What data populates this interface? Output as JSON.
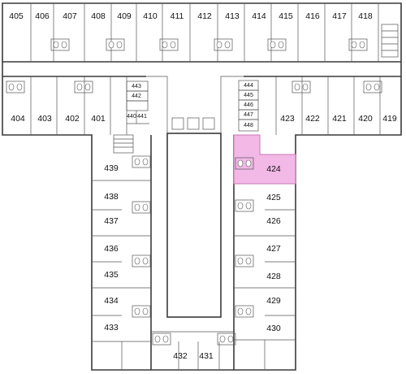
{
  "floor_plan": {
    "highlight_color": "#f2b8e6",
    "highlight_stroke": "#c77ab8",
    "highlighted_room": "424",
    "rooms": [
      {
        "id": "405",
        "label": "405"
      },
      {
        "id": "406",
        "label": "406"
      },
      {
        "id": "407",
        "label": "407"
      },
      {
        "id": "408",
        "label": "408"
      },
      {
        "id": "409",
        "label": "409"
      },
      {
        "id": "410",
        "label": "410"
      },
      {
        "id": "411",
        "label": "411"
      },
      {
        "id": "412",
        "label": "412"
      },
      {
        "id": "413",
        "label": "413"
      },
      {
        "id": "414",
        "label": "414"
      },
      {
        "id": "415",
        "label": "415"
      },
      {
        "id": "416",
        "label": "416"
      },
      {
        "id": "417",
        "label": "417"
      },
      {
        "id": "418",
        "label": "418"
      },
      {
        "id": "404",
        "label": "404"
      },
      {
        "id": "403",
        "label": "403"
      },
      {
        "id": "402",
        "label": "402"
      },
      {
        "id": "401",
        "label": "401"
      },
      {
        "id": "423",
        "label": "423"
      },
      {
        "id": "422",
        "label": "422"
      },
      {
        "id": "421",
        "label": "421"
      },
      {
        "id": "420",
        "label": "420"
      },
      {
        "id": "419",
        "label": "419"
      },
      {
        "id": "443",
        "label": "443"
      },
      {
        "id": "442",
        "label": "442"
      },
      {
        "id": "440",
        "label": "440"
      },
      {
        "id": "441",
        "label": "441"
      },
      {
        "id": "444",
        "label": "444"
      },
      {
        "id": "445",
        "label": "445"
      },
      {
        "id": "446",
        "label": "446"
      },
      {
        "id": "447",
        "label": "447"
      },
      {
        "id": "448",
        "label": "448"
      },
      {
        "id": "439",
        "label": "439"
      },
      {
        "id": "438",
        "label": "438"
      },
      {
        "id": "437",
        "label": "437"
      },
      {
        "id": "436",
        "label": "436"
      },
      {
        "id": "435",
        "label": "435"
      },
      {
        "id": "434",
        "label": "434"
      },
      {
        "id": "433",
        "label": "433"
      },
      {
        "id": "432",
        "label": "432"
      },
      {
        "id": "431",
        "label": "431"
      },
      {
        "id": "424",
        "label": "424"
      },
      {
        "id": "425",
        "label": "425"
      },
      {
        "id": "426",
        "label": "426"
      },
      {
        "id": "427",
        "label": "427"
      },
      {
        "id": "428",
        "label": "428"
      },
      {
        "id": "429",
        "label": "429"
      },
      {
        "id": "430",
        "label": "430"
      }
    ]
  }
}
